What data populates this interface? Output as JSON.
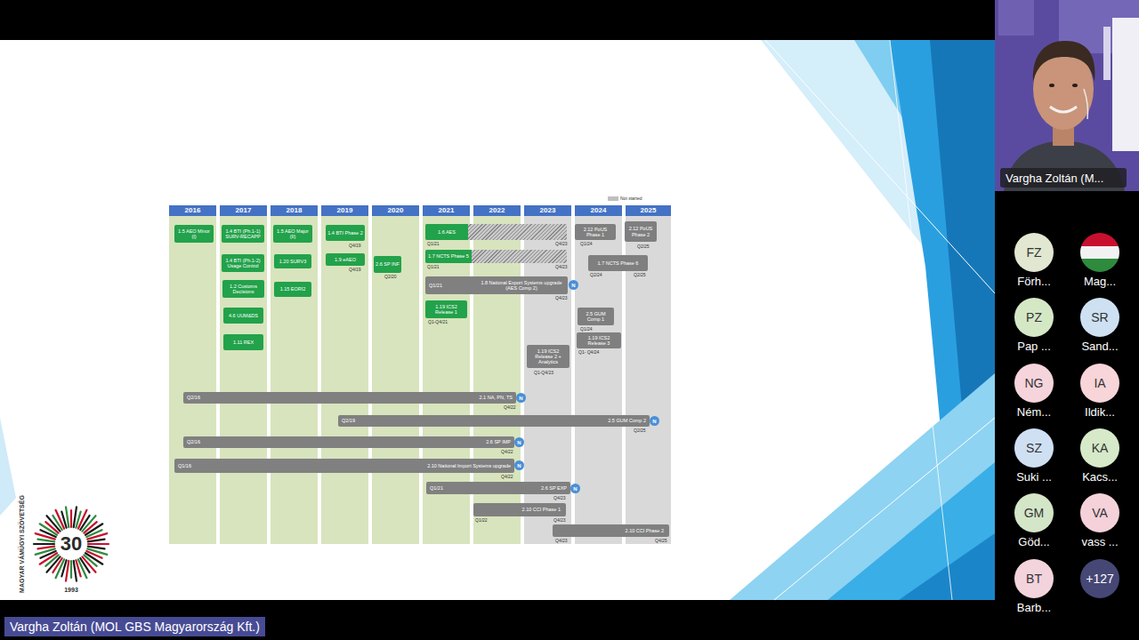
{
  "diagram": {
    "nodes": [
      {
        "text": [
          "2016"
        ]
      },
      {
        "text": [
          "2017"
        ]
      },
      {
        "text": [
          "2018"
        ]
      },
      {
        "text": [
          "2019"
        ]
      },
      {
        "text": [
          "2020"
        ]
      },
      {
        "text": [
          "2021"
        ]
      },
      {
        "text": [
          "2022"
        ]
      },
      {
        "text": [
          "2023"
        ]
      },
      {
        "text": [
          "2024"
        ]
      },
      {
        "text": [
          "2025"
        ]
      },
      {
        "text": [
          "1.5 AEO Minor (I)"
        ]
      },
      {
        "text": [
          "1.4 BTI (Ph.1-1) SURV-RECAPP"
        ]
      },
      {
        "text": [
          "1.4 BTI (Ph.1-2) Usage Control"
        ]
      },
      {
        "text": [
          "1.2 Customs Decisions"
        ]
      },
      {
        "text": [
          "4.6 UUM&DS"
        ]
      },
      {
        "text": [
          "1.11 REX"
        ]
      },
      {
        "text": [
          "1.5 AEO Major (II)"
        ]
      },
      {
        "text": [
          "1.20 SURV3"
        ]
      },
      {
        "text": [
          "1.15 EORI2"
        ]
      },
      {
        "text": [
          "1.4 BTI Phase 2"
        ]
      },
      {
        "text": [
          "1.9 eAEO"
        ]
      },
      {
        "text": [
          "2.6 SP INF"
        ]
      },
      {
        "text": [
          "1.6 AES"
        ]
      },
      {
        "text": [
          "1.7 NCTS Phase 5"
        ]
      },
      {
        "text": [
          "Q1/21",
          "1.8 National Export Systems upgrade (AES Comp 2)"
        ]
      },
      {
        "text": [
          "N"
        ]
      },
      {
        "text": [
          "1.19 ICS2 Release 1"
        ]
      },
      {
        "text": [
          "1.19 ICS2 Release 2 + Analytics"
        ]
      },
      {
        "text": [
          "2.12 PoUS Phase 1"
        ]
      },
      {
        "text": [
          "2.12 PoUS Phase 2"
        ]
      },
      {
        "text": [
          "1.7 NCTS Phase 6"
        ]
      },
      {
        "text": [
          "2.5 GUM Comp 1"
        ]
      },
      {
        "text": [
          "1.19 ICS2 Release 3"
        ]
      },
      {
        "text": [
          "Q2/16",
          "2.1 NA, PN, TS"
        ]
      },
      {
        "text": [
          "N"
        ]
      },
      {
        "text": [
          "Q2/19",
          "2.5 GUM Comp 2"
        ]
      },
      {
        "text": [
          "N"
        ]
      },
      {
        "text": [
          "Q2/16",
          "2.6 SP IMP"
        ]
      },
      {
        "text": [
          "N"
        ]
      },
      {
        "text": [
          "Q1/16",
          "2.10 National Import Systems upgrade"
        ]
      },
      {
        "text": [
          "N"
        ]
      },
      {
        "text": [
          "Q1/21",
          "2.6 SP EXP"
        ]
      },
      {
        "text": [
          "N"
        ]
      },
      {
        "text": [
          "2.10 CCI Phase 1"
        ]
      },
      {
        "text": [
          "2.10 CCI Phase 2"
        ]
      },
      {
        "text": [
          "Vargha Zoltán (M..."
        ]
      },
      {
        "text": [
          "FZ",
          "Förh..."
        ]
      },
      {
        "text": [
          "Mag..."
        ]
      },
      {
        "text": [
          "PZ",
          "Pap ..."
        ]
      },
      {
        "text": [
          "SR",
          "Sand..."
        ]
      },
      {
        "text": [
          "NG",
          "Ném..."
        ]
      },
      {
        "text": [
          "IA",
          "Ildik..."
        ]
      },
      {
        "text": [
          "SZ",
          "Suki ..."
        ]
      },
      {
        "text": [
          "KA",
          "Kacs..."
        ]
      },
      {
        "text": [
          "GM",
          "Göd..."
        ]
      },
      {
        "text": [
          "VA",
          "vass ..."
        ]
      },
      {
        "text": [
          "BT",
          "Barb..."
        ]
      },
      {
        "text": [
          "+127"
        ]
      },
      {
        "text": [
          "Vargha Zoltán (MOL GBS Magyarország Kft.)"
        ]
      }
    ],
    "labels": [
      "Q4/19",
      "Q4/19",
      "Q2/20",
      "Q1/21",
      "Q4/23",
      "Q1/21",
      "Q4/23",
      "Q4/23",
      "Q1-Q4/21",
      "Q1-Q4/23",
      "Q1/24",
      "Q2/25",
      "Q2/24",
      "Q2/25",
      "Q1/24",
      "Q1- Q4/24",
      "Q4/22",
      "Q2/25",
      "Q4/22",
      "Q4/22",
      "Q4/23",
      "Q1/22",
      "Q4/23",
      "Q4/23",
      "Q4/25",
      "30",
      "MAGYAR VÁMÜGYI SZÖVETSÉG",
      "1993"
    ],
    "legend": [
      {
        "text": "Not started",
        "color": "#bfbfbf"
      }
    ]
  }
}
